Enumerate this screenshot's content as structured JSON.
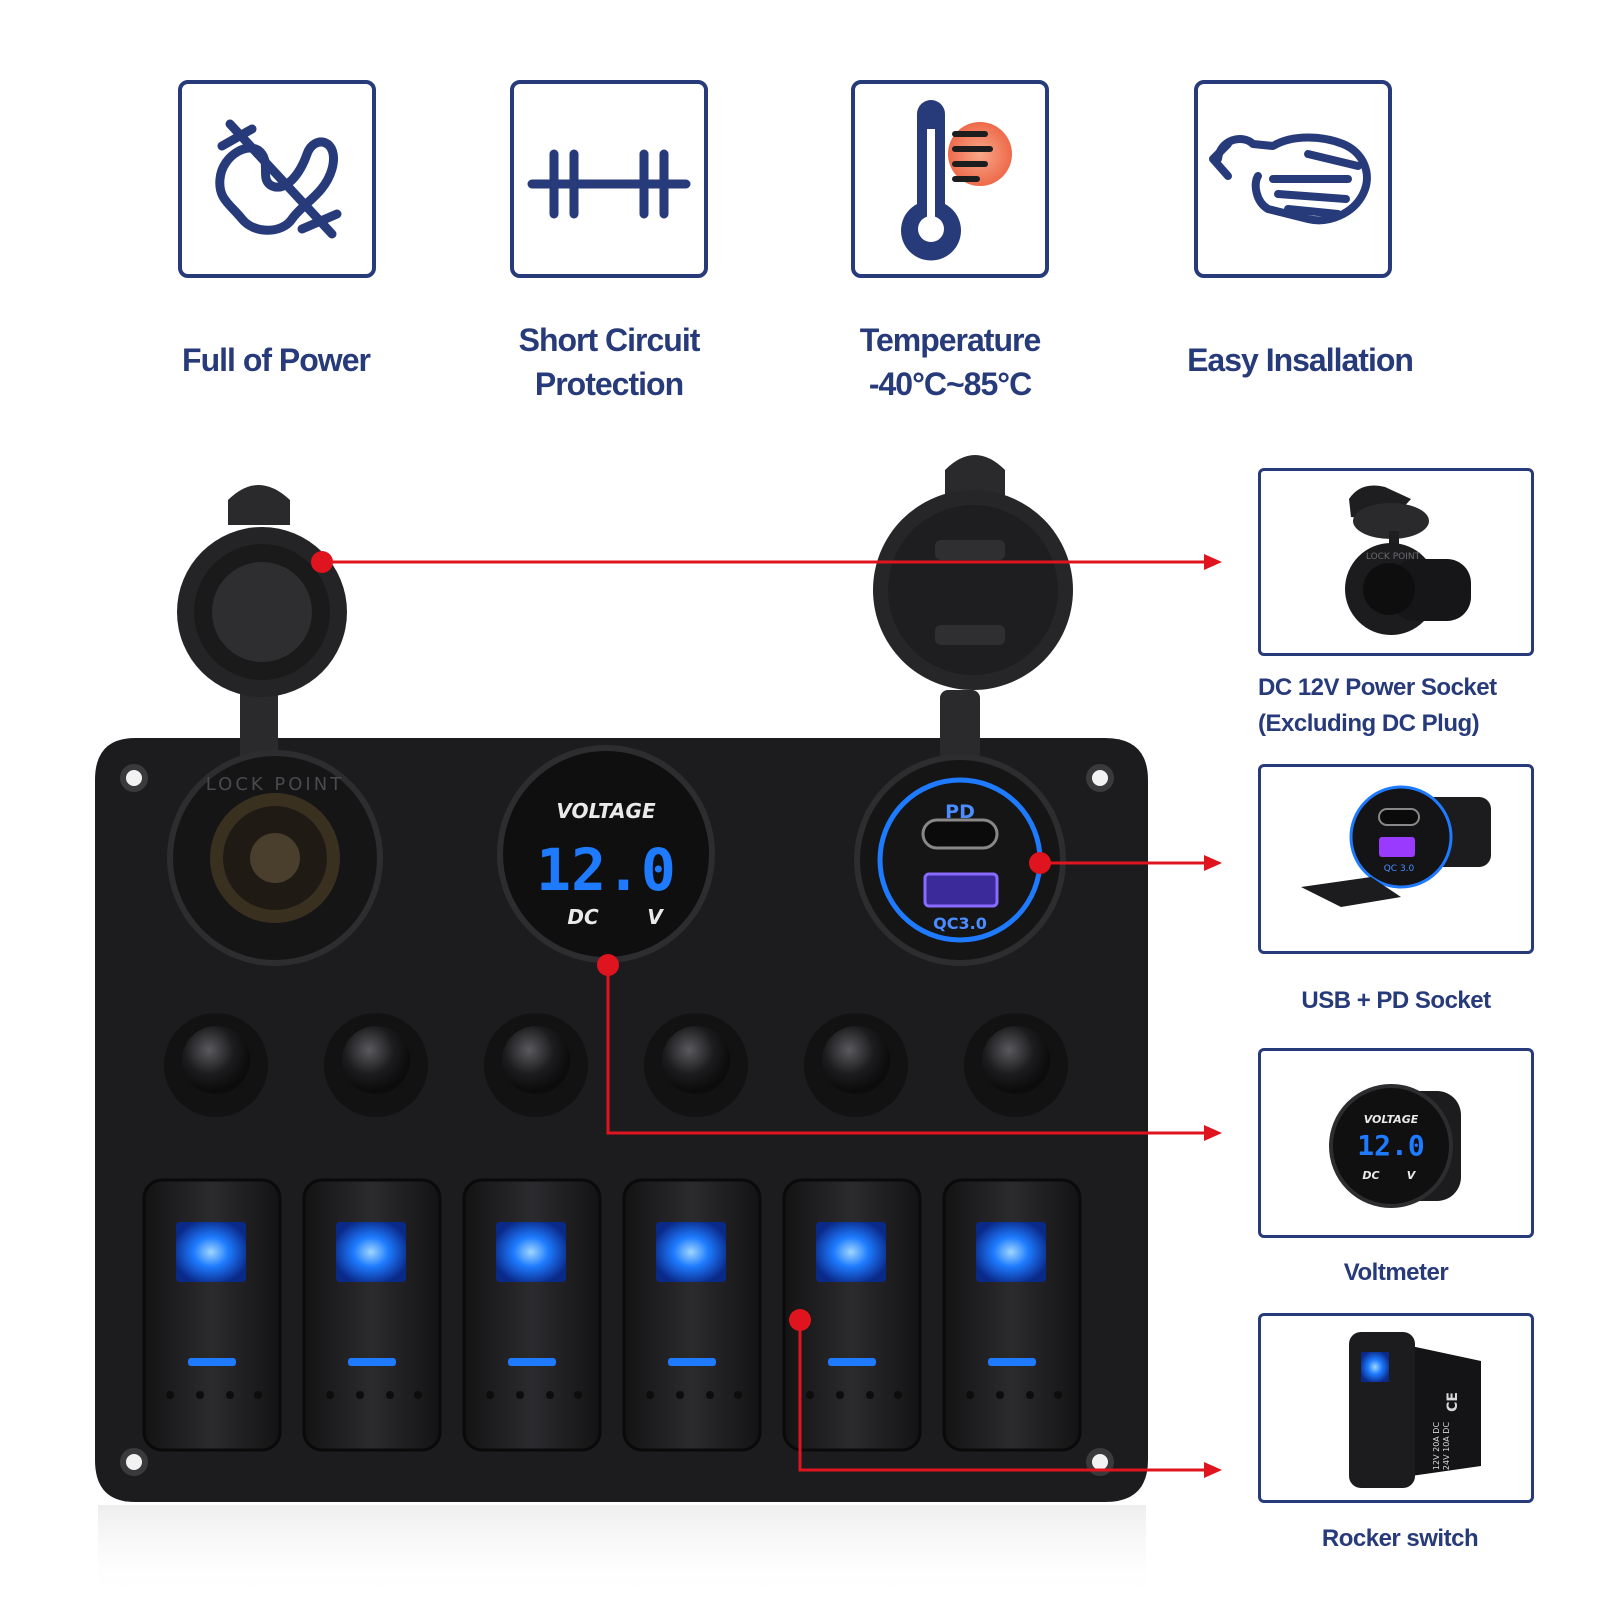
{
  "features": [
    {
      "label": [
        "Full of Power"
      ],
      "icon": "no-power-loss-icon"
    },
    {
      "label": [
        "Short Circuit",
        "Protection"
      ],
      "icon": "fuse-icon"
    },
    {
      "label": [
        "Temperature",
        "-40°C~85°C"
      ],
      "icon": "thermometer-icon"
    },
    {
      "label": [
        "Easy Insallation"
      ],
      "icon": "hand-wrench-icon"
    }
  ],
  "callouts": [
    {
      "label": [
        "DC 12V Power Socket",
        "(Excluding DC Plug)"
      ]
    },
    {
      "label": [
        "USB + PD Socket"
      ]
    },
    {
      "label": [
        "Voltmeter"
      ]
    },
    {
      "label": [
        "Rocker switch"
      ]
    }
  ],
  "panel": {
    "socket_cap_text": "LOCK POINT",
    "voltmeter": {
      "title": "VOLTAGE",
      "reading": "12.0",
      "unit_left": "DC",
      "unit_right": "V"
    },
    "usb": {
      "pd_label": "PD",
      "qc_label": "QC3.0"
    }
  },
  "thumbs": {
    "socket_text": "LOCK POINT",
    "usb_qc": "QC 3.0",
    "volt_title": "VOLTAGE",
    "volt_reading": "12.0",
    "volt_dc": "DC",
    "volt_v": "V",
    "rocker_rating": "12V 20A DC",
    "rocker_rating2": "24V 10A DC",
    "rocker_ce": "CE"
  },
  "colors": {
    "brand_navy": "#273a7a",
    "panel_black": "#1c1c1e",
    "led_blue": "#1e7bff",
    "pointer_red": "#e0141e"
  }
}
